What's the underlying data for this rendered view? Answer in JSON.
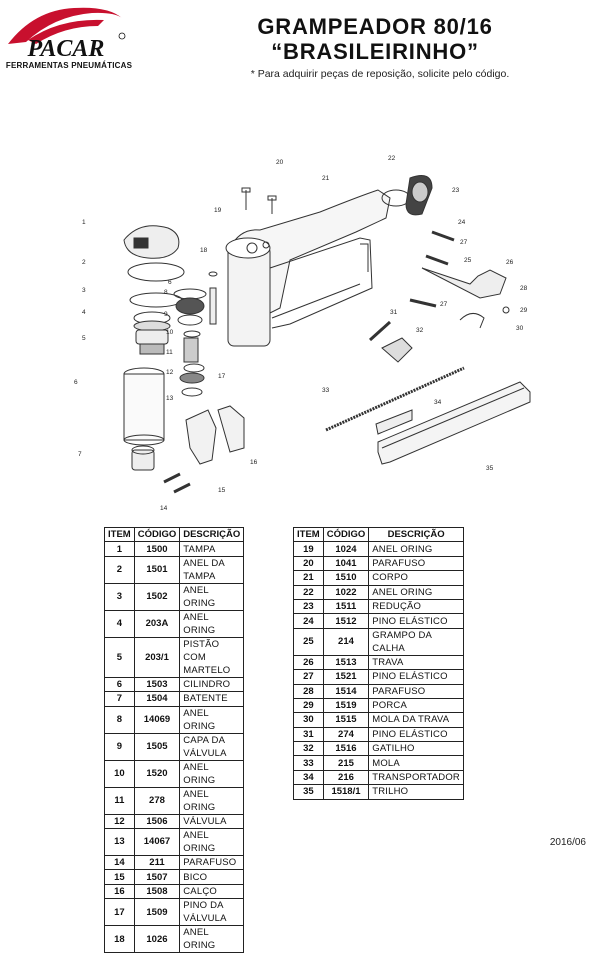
{
  "header": {
    "brand": "PACAR",
    "brand_subtitle": "FERRAMENTAS PNEUMÁTICAS",
    "title_line1": "GRAMPEADOR 80/16",
    "title_line2": "“BRASILEIRINHO”",
    "note": "* Para adquirir peças de reposição, solicite pelo código."
  },
  "diagram": {
    "callouts": [
      "1",
      "2",
      "3",
      "4",
      "5",
      "6",
      "7",
      "8",
      "9",
      "10",
      "11",
      "12",
      "13",
      "14",
      "15",
      "16",
      "17",
      "18",
      "19",
      "20",
      "21",
      "22",
      "23",
      "24",
      "25",
      "26",
      "27",
      "28",
      "29",
      "30",
      "31",
      "32",
      "33",
      "34",
      "35"
    ]
  },
  "table": {
    "headers": {
      "item": "ITEM",
      "code": "CÓDIGO",
      "desc": "DESCRIÇÃO"
    },
    "left_rows": [
      {
        "item": "1",
        "code": "1500",
        "desc": "TAMPA"
      },
      {
        "item": "2",
        "code": "1501",
        "desc": "ANEL DA TAMPA"
      },
      {
        "item": "3",
        "code": "1502",
        "desc": "ANEL ORING"
      },
      {
        "item": "4",
        "code": "203A",
        "desc": "ANEL ORING"
      },
      {
        "item": "5",
        "code": "203/1",
        "desc": "PISTÃO COM MARTELO"
      },
      {
        "item": "6",
        "code": "1503",
        "desc": "CILINDRO"
      },
      {
        "item": "7",
        "code": "1504",
        "desc": "BATENTE"
      },
      {
        "item": "8",
        "code": "14069",
        "desc": "ANEL ORING"
      },
      {
        "item": "9",
        "code": "1505",
        "desc": "CAPA DA VÁLVULA"
      },
      {
        "item": "10",
        "code": "1520",
        "desc": "ANEL ORING"
      },
      {
        "item": "11",
        "code": "278",
        "desc": "ANEL ORING"
      },
      {
        "item": "12",
        "code": "1506",
        "desc": "VÁLVULA"
      },
      {
        "item": "13",
        "code": "14067",
        "desc": "ANEL ORING"
      },
      {
        "item": "14",
        "code": "211",
        "desc": "PARAFUSO"
      },
      {
        "item": "15",
        "code": "1507",
        "desc": "BICO"
      },
      {
        "item": "16",
        "code": "1508",
        "desc": "CALÇO"
      },
      {
        "item": "17",
        "code": "1509",
        "desc": "PINO DA VÁLVULA"
      },
      {
        "item": "18",
        "code": "1026",
        "desc": "ANEL ORING"
      }
    ],
    "right_rows": [
      {
        "item": "19",
        "code": "1024",
        "desc": "ANEL ORING"
      },
      {
        "item": "20",
        "code": "1041",
        "desc": "PARAFUSO"
      },
      {
        "item": "21",
        "code": "1510",
        "desc": "CORPO"
      },
      {
        "item": "22",
        "code": "1022",
        "desc": "ANEL ORING"
      },
      {
        "item": "23",
        "code": "1511",
        "desc": "REDUÇÃO"
      },
      {
        "item": "24",
        "code": "1512",
        "desc": "PINO ELÁSTICO"
      },
      {
        "item": "25",
        "code": "214",
        "desc": "GRAMPO DA CALHA"
      },
      {
        "item": "26",
        "code": "1513",
        "desc": "TRAVA"
      },
      {
        "item": "27",
        "code": "1521",
        "desc": "PINO ELÁSTICO"
      },
      {
        "item": "28",
        "code": "1514",
        "desc": "PARAFUSO"
      },
      {
        "item": "29",
        "code": "1519",
        "desc": "PORCA"
      },
      {
        "item": "30",
        "code": "1515",
        "desc": "MOLA DA TRAVA"
      },
      {
        "item": "31",
        "code": "274",
        "desc": "PINO ELÁSTICO"
      },
      {
        "item": "32",
        "code": "1516",
        "desc": "GATILHO"
      },
      {
        "item": "33",
        "code": "215",
        "desc": "MOLA"
      },
      {
        "item": "34",
        "code": "216",
        "desc": "TRANSPORTADOR"
      },
      {
        "item": "35",
        "code": "1518/1",
        "desc": "TRILHO"
      }
    ]
  },
  "footer": {
    "date": "2016/06"
  }
}
